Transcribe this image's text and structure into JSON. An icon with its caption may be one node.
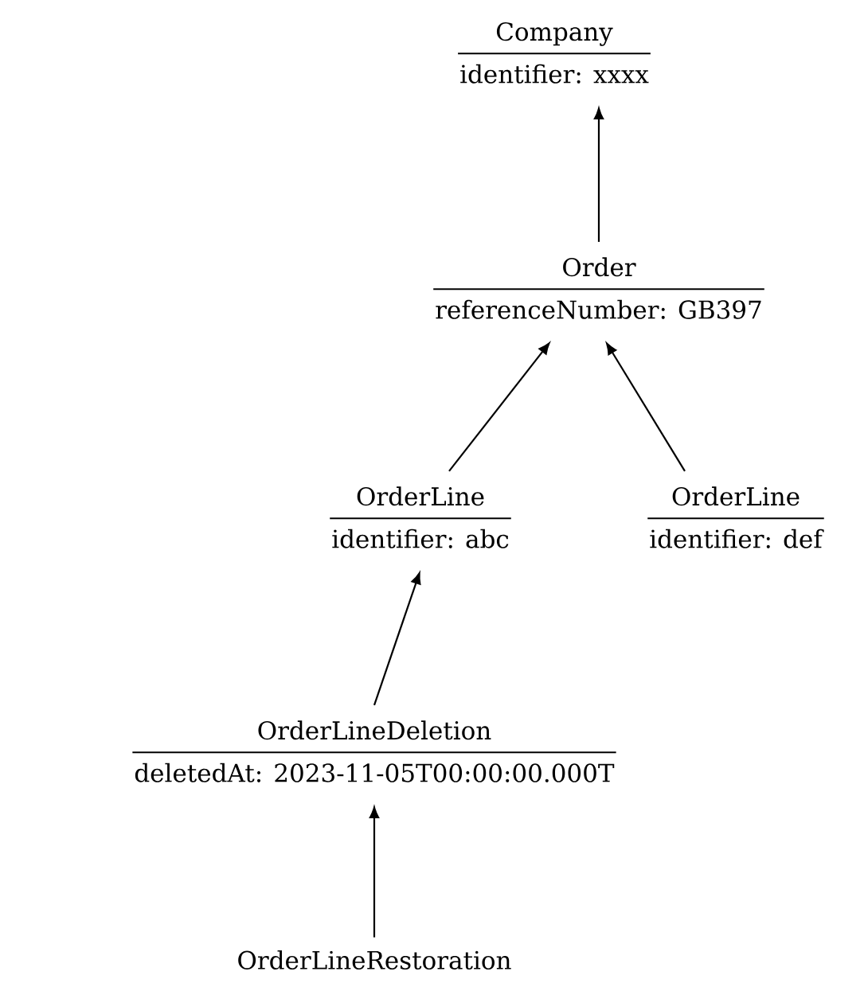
{
  "diagram": {
    "nodes": [
      {
        "text": [
          "Company",
          "identifier: xxxx"
        ]
      },
      {
        "text": [
          "Order",
          "referenceNumber: GB397"
        ]
      },
      {
        "text": [
          "OrderLine",
          "identifier: abc"
        ]
      },
      {
        "text": [
          "OrderLine",
          "identifier: def"
        ]
      },
      {
        "text": [
          "OrderLineDeletion",
          "deletedAt: 2023-11-05T00:00:00.000T"
        ]
      },
      {
        "text": [
          "OrderLineRestoration"
        ]
      }
    ],
    "edges": [
      {
        "from": 1,
        "to": 0,
        "arrow": "to"
      },
      {
        "from": 2,
        "to": 1,
        "arrow": "to"
      },
      {
        "from": 3,
        "to": 1,
        "arrow": "to"
      },
      {
        "from": 4,
        "to": 2,
        "arrow": "to"
      },
      {
        "from": 5,
        "to": 4,
        "arrow": "to"
      }
    ]
  }
}
